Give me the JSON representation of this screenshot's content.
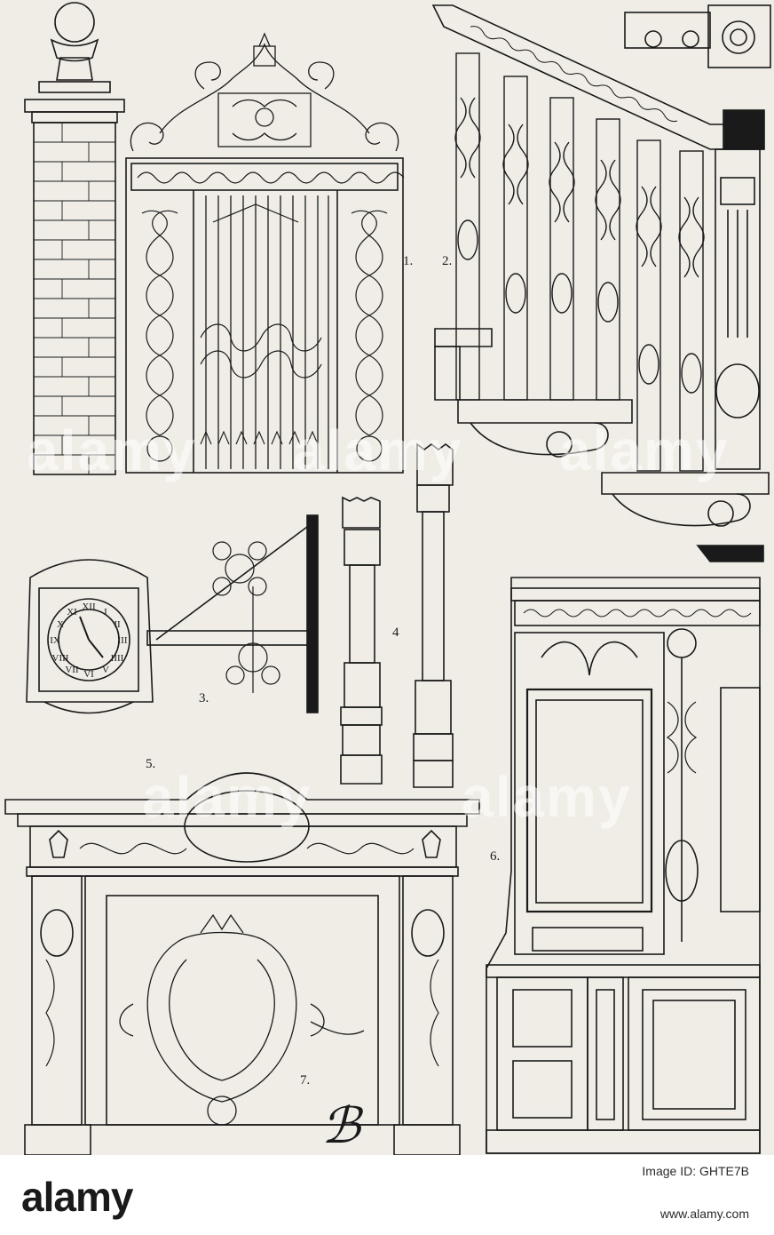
{
  "figures": {
    "fig1": "1.",
    "fig2": "2.",
    "fig3": "3.",
    "fig4": "4",
    "fig5": "5.",
    "fig6": "6.",
    "fig7": "7."
  },
  "watermark": {
    "text": "alamy"
  },
  "footer": {
    "logo": "alamy",
    "image_id": "Image ID: GHTE7B",
    "site": "www.alamy.com"
  },
  "colors": {
    "paper": "#efede6",
    "ink": "#1a1a1a",
    "footer_bg": "#ffffff"
  }
}
